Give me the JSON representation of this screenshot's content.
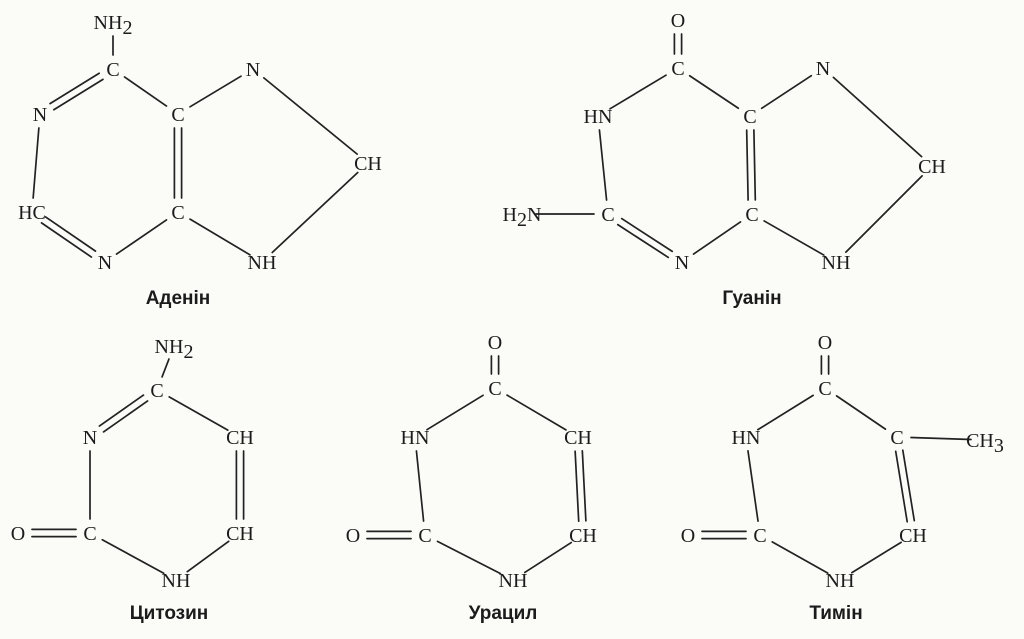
{
  "molecules": [
    {
      "name": "Аденін",
      "atoms": [
        {
          "id": "nh2",
          "parts": [
            {
              "t": "NH"
            },
            {
              "t": "2",
              "sub": true
            }
          ]
        },
        {
          "id": "c6",
          "parts": [
            {
              "t": "C"
            }
          ]
        },
        {
          "id": "n1",
          "parts": [
            {
              "t": "N"
            }
          ]
        },
        {
          "id": "c5",
          "parts": [
            {
              "t": "C"
            }
          ]
        },
        {
          "id": "n7",
          "parts": [
            {
              "t": "N"
            }
          ]
        },
        {
          "id": "c8",
          "parts": [
            {
              "t": "CH"
            }
          ]
        },
        {
          "id": "c2",
          "parts": [
            {
              "t": "HC"
            }
          ]
        },
        {
          "id": "c4",
          "parts": [
            {
              "t": "C"
            }
          ]
        },
        {
          "id": "n3",
          "parts": [
            {
              "t": "N"
            }
          ]
        },
        {
          "id": "n9",
          "parts": [
            {
              "t": "NH"
            }
          ]
        }
      ]
    },
    {
      "name": "Гуанін",
      "atoms": [
        {
          "id": "o",
          "parts": [
            {
              "t": "O"
            }
          ]
        },
        {
          "id": "c6",
          "parts": [
            {
              "t": "C"
            }
          ]
        },
        {
          "id": "n1",
          "parts": [
            {
              "t": "HN"
            }
          ]
        },
        {
          "id": "c5",
          "parts": [
            {
              "t": "C"
            }
          ]
        },
        {
          "id": "n7",
          "parts": [
            {
              "t": "N"
            }
          ]
        },
        {
          "id": "c8",
          "parts": [
            {
              "t": "CH"
            }
          ]
        },
        {
          "id": "nh2",
          "parts": [
            {
              "t": "H"
            },
            {
              "t": "2",
              "sub": true
            },
            {
              "t": "N"
            }
          ]
        },
        {
          "id": "c2",
          "parts": [
            {
              "t": "C"
            }
          ]
        },
        {
          "id": "c4",
          "parts": [
            {
              "t": "C"
            }
          ]
        },
        {
          "id": "n3",
          "parts": [
            {
              "t": "N"
            }
          ]
        },
        {
          "id": "n9",
          "parts": [
            {
              "t": "NH"
            }
          ]
        }
      ]
    },
    {
      "name": "Цитозин",
      "atoms": [
        {
          "id": "nh2",
          "parts": [
            {
              "t": "NH"
            },
            {
              "t": "2",
              "sub": true
            }
          ]
        },
        {
          "id": "c4",
          "parts": [
            {
              "t": "C"
            }
          ]
        },
        {
          "id": "n3",
          "parts": [
            {
              "t": "N"
            }
          ]
        },
        {
          "id": "c5",
          "parts": [
            {
              "t": "CH"
            }
          ]
        },
        {
          "id": "o",
          "parts": [
            {
              "t": "O"
            }
          ]
        },
        {
          "id": "c2",
          "parts": [
            {
              "t": "C"
            }
          ]
        },
        {
          "id": "c6",
          "parts": [
            {
              "t": "CH"
            }
          ]
        },
        {
          "id": "n1",
          "parts": [
            {
              "t": "NH"
            }
          ]
        }
      ]
    },
    {
      "name": "Урацил",
      "atoms": [
        {
          "id": "o4",
          "parts": [
            {
              "t": "O"
            }
          ]
        },
        {
          "id": "c4",
          "parts": [
            {
              "t": "C"
            }
          ]
        },
        {
          "id": "n3",
          "parts": [
            {
              "t": "HN"
            }
          ]
        },
        {
          "id": "c5",
          "parts": [
            {
              "t": "CH"
            }
          ]
        },
        {
          "id": "o2",
          "parts": [
            {
              "t": "O"
            }
          ]
        },
        {
          "id": "c2",
          "parts": [
            {
              "t": "C"
            }
          ]
        },
        {
          "id": "c6",
          "parts": [
            {
              "t": "CH"
            }
          ]
        },
        {
          "id": "n1",
          "parts": [
            {
              "t": "NH"
            }
          ]
        }
      ]
    },
    {
      "name": "Тимін",
      "atoms": [
        {
          "id": "o4",
          "parts": [
            {
              "t": "O"
            }
          ]
        },
        {
          "id": "c4",
          "parts": [
            {
              "t": "C"
            }
          ]
        },
        {
          "id": "n3",
          "parts": [
            {
              "t": "HN"
            }
          ]
        },
        {
          "id": "c5",
          "parts": [
            {
              "t": "C"
            }
          ]
        },
        {
          "id": "me",
          "parts": [
            {
              "t": "CH"
            },
            {
              "t": "3",
              "sub": true
            }
          ]
        },
        {
          "id": "o2",
          "parts": [
            {
              "t": "O"
            }
          ]
        },
        {
          "id": "c2",
          "parts": [
            {
              "t": "C"
            }
          ]
        },
        {
          "id": "c6",
          "parts": [
            {
              "t": "CH"
            }
          ]
        },
        {
          "id": "n1",
          "parts": [
            {
              "t": "NH"
            }
          ]
        }
      ]
    }
  ]
}
